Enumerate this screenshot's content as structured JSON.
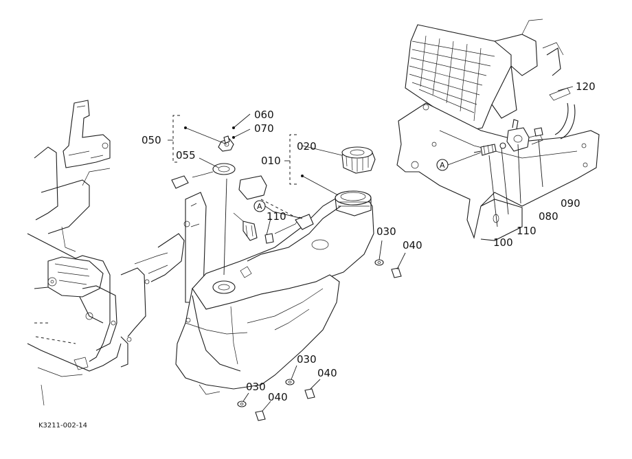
{
  "diagram_code": "K3211-002-14",
  "callouts": {
    "p010": "010",
    "p020": "020",
    "p030a": "030",
    "p030b": "030",
    "p030c": "030",
    "p040a": "040",
    "p040b": "040",
    "p040c": "040",
    "p050": "050",
    "p055": "055",
    "p060": "060",
    "p070": "070",
    "p080": "080",
    "p090": "090",
    "p100": "100",
    "p110a": "110",
    "p110b": "110",
    "p120": "120"
  },
  "connectors": {
    "left": "A",
    "right": "A"
  }
}
